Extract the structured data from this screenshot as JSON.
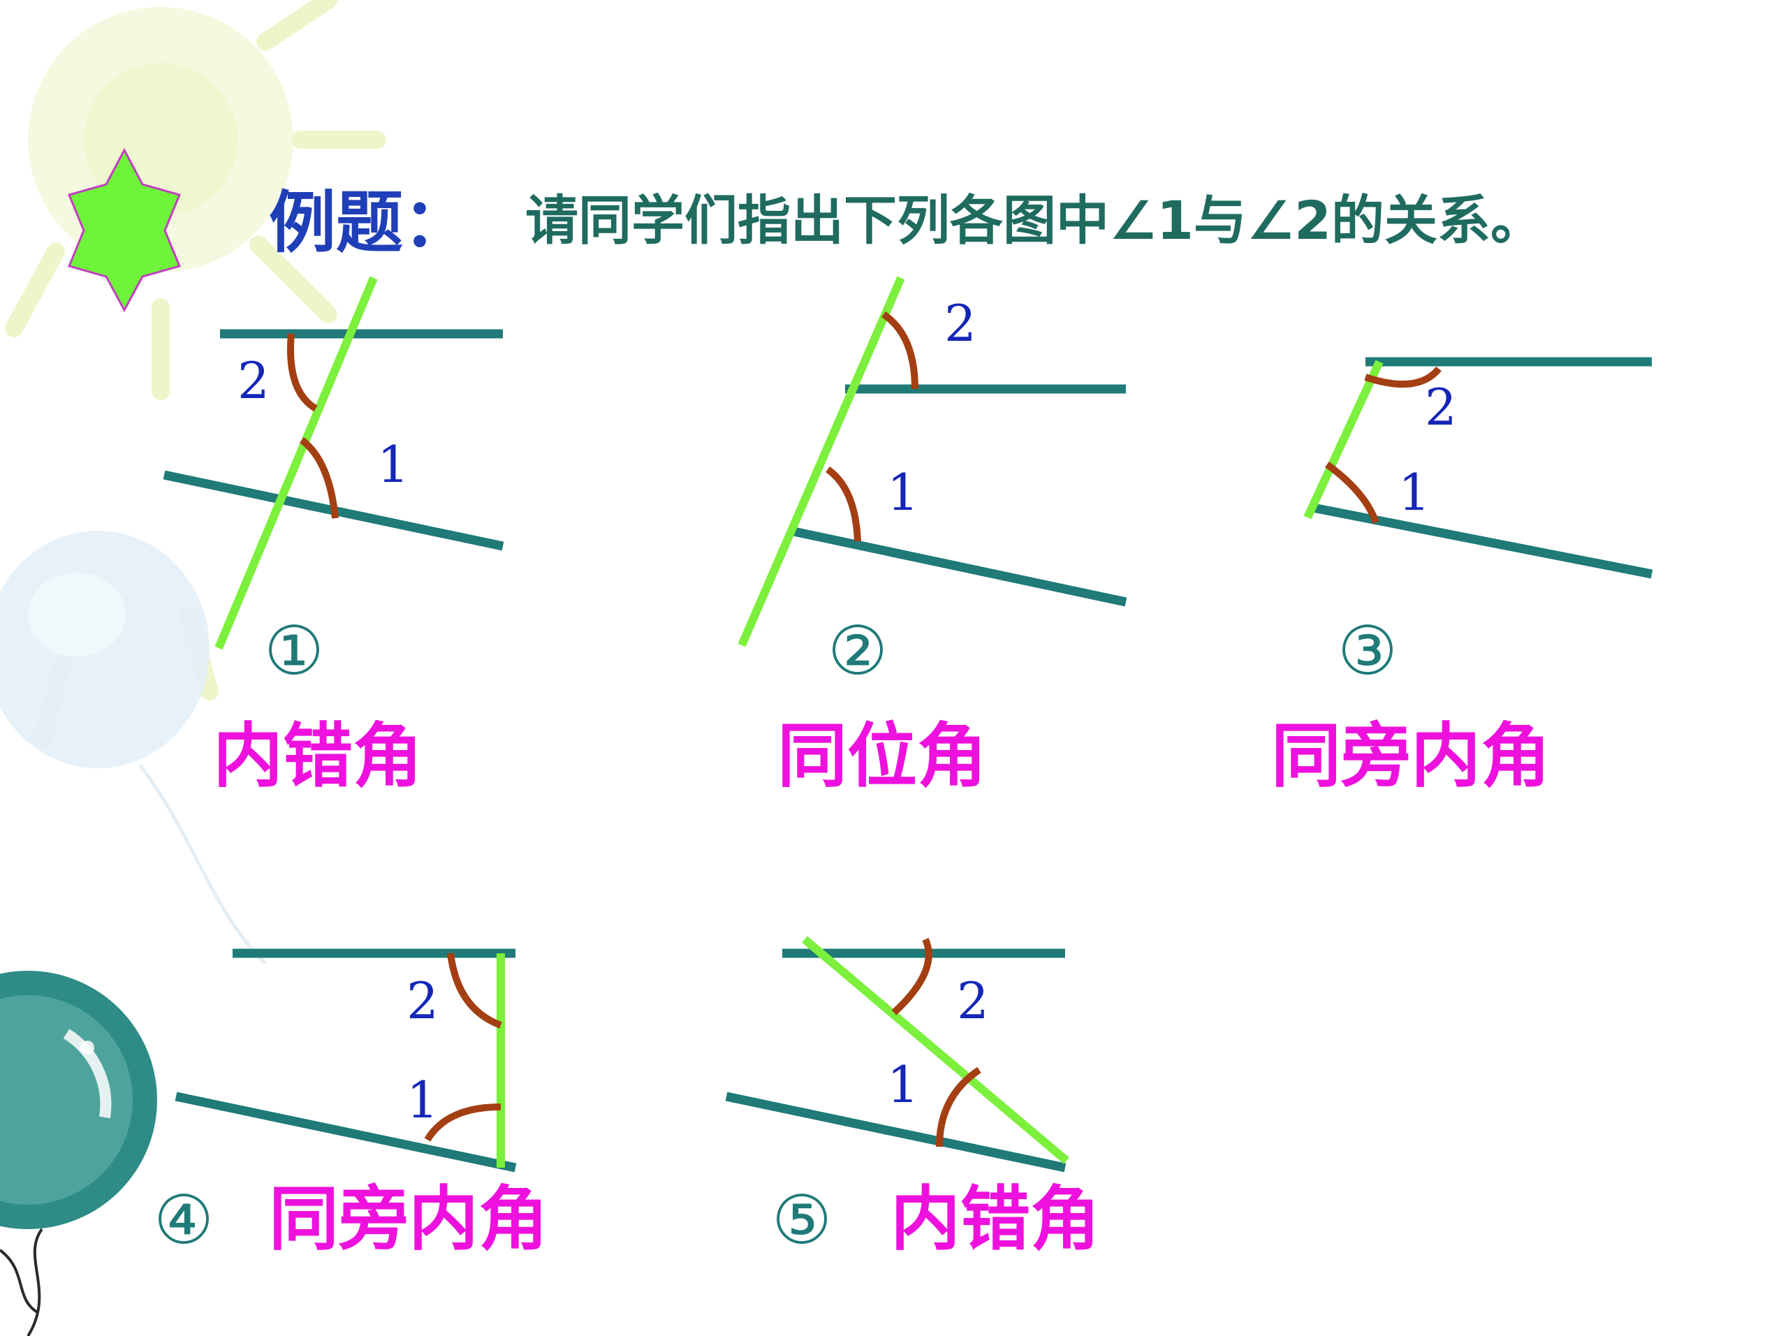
{
  "header": {
    "label": "例题：",
    "question": "请同学们指出下列各图中∠1与∠2的关系。"
  },
  "figures": [
    {
      "number": "①",
      "angle_1": "1",
      "angle_2": "2",
      "answer": "内错角"
    },
    {
      "number": "②",
      "angle_1": "1",
      "angle_2": "2",
      "answer": "同位角"
    },
    {
      "number": "③",
      "angle_1": "1",
      "angle_2": "2",
      "answer": "同旁内角"
    },
    {
      "number": "④",
      "angle_1": "1",
      "angle_2": "2",
      "answer": "同旁内角"
    },
    {
      "number": "⑤",
      "angle_1": "1",
      "angle_2": "2",
      "answer": "内错角"
    }
  ],
  "colors": {
    "parallel_line": "#1f7a78",
    "transversal": "#7cf03c",
    "angle_arc": "#a33f12",
    "angle_label": "#1426b8",
    "figure_number": "#1f7a78",
    "answer_text": "#ee11dd",
    "heading_text": "#1f3fb8",
    "question_text": "#1f6b60",
    "star_fill": "#6ef53a",
    "star_stroke": "#c13fc0"
  }
}
